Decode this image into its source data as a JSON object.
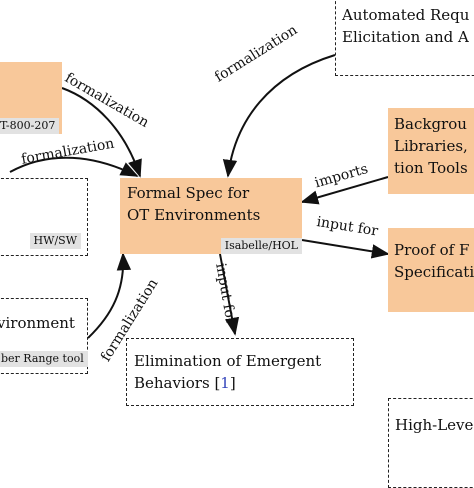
{
  "nodes": {
    "automated": {
      "line1": "Automated Requ",
      "line2": "Elicitation and A"
    },
    "left_top": {
      "tag": "T-800-207"
    },
    "background": {
      "line1": "Backgrou",
      "line2": "Libraries,",
      "line3": "tion Tools"
    },
    "hwsw": {
      "tag": "HW/SW"
    },
    "formal_spec": {
      "line1": "Formal Spec for",
      "line2": "OT Environments",
      "tag": "Isabelle/HOL"
    },
    "proof": {
      "line1": "Proof of F",
      "line2": "Specificatio"
    },
    "environment": {
      "line1": "vironment",
      "tag": "ber Range tool"
    },
    "elimination": {
      "line1": "Elimination of Emergent",
      "line2_text": "Behaviors [",
      "line2_ref": "1",
      "line2_close": "]"
    },
    "high_level": {
      "line1": "High-Leve"
    }
  },
  "edges": {
    "formalization_top": "formalization",
    "formalization_upper_left": "formalization",
    "formalization_left": "formalization",
    "formalization_bottom": "formalization",
    "imports": "imports",
    "input_for_right": "input for",
    "input_for_down": "input for"
  },
  "colors": {
    "filled_box": "#f8c89a",
    "tag_bg": "#e2e2e2",
    "ref_link": "#3344bb"
  }
}
